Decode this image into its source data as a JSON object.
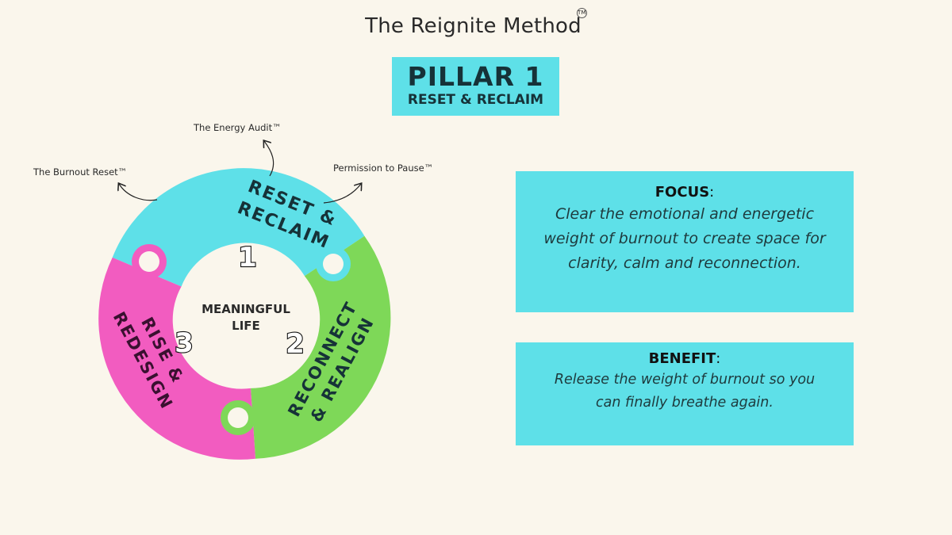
{
  "title": "The Reignite Method",
  "title_mark": "TM",
  "pillar": {
    "number_label": "PILLAR 1",
    "name": "RESET & RECLAIM"
  },
  "tools": {
    "energy_audit": "The Energy Audit™",
    "burnout_reset": "The Burnout Reset™",
    "permission_pause": "Permission to Pause™"
  },
  "wheel": {
    "center": [
      "MEANINGFUL",
      "LIFE"
    ],
    "segments": [
      {
        "number": "1",
        "lines": [
          "RESET &",
          "RECLAIM"
        ],
        "color": "#5ee0e8"
      },
      {
        "number": "2",
        "lines": [
          "RECONNECT",
          "& REALIGN"
        ],
        "color": "#7ed858"
      },
      {
        "number": "3",
        "lines": [
          "RISE &",
          "REDESIGN"
        ],
        "color": "#f25cc0"
      }
    ]
  },
  "focus": {
    "label": "FOCUS",
    "text": "Clear the emotional and energetic weight of burnout to create space for clarity, calm and reconnection."
  },
  "benefit": {
    "label": "BENEFIT",
    "text": "Release the weight of burnout so you can finally breathe again."
  }
}
